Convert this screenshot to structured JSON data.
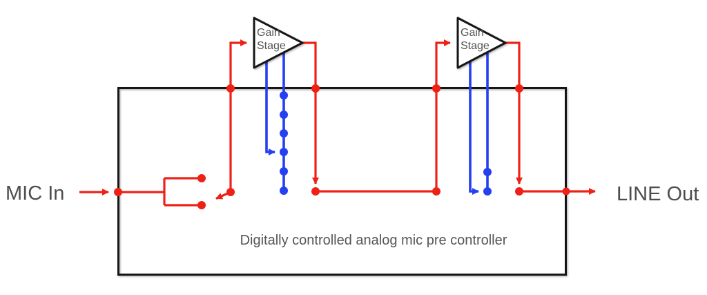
{
  "diagram": {
    "title": "Digitally controlled analog mic pre controller",
    "labels": {
      "input": "MIC In",
      "output": "LINE Out"
    },
    "stages": [
      {
        "name": "gain-stage-1",
        "label_line1": "Gain",
        "label_line2": "Stage",
        "gain_step_dots": 6,
        "control_arrow_points_to_dot_from_top": 4
      },
      {
        "name": "gain-stage-2",
        "label_line1": "Gain",
        "label_line2": "Stage",
        "gain_step_dots": 2,
        "control_arrow_points_to_dot_from_top": 2
      }
    ],
    "input_switch": {
      "contacts": 2,
      "selected_contact": "bottom"
    },
    "colors": {
      "signal_path_red": "#ee2117",
      "control_path_blue": "#2440f0",
      "outline_black": "#141414",
      "label_gray": "#4d4d4d",
      "background": "#ffffff"
    }
  }
}
